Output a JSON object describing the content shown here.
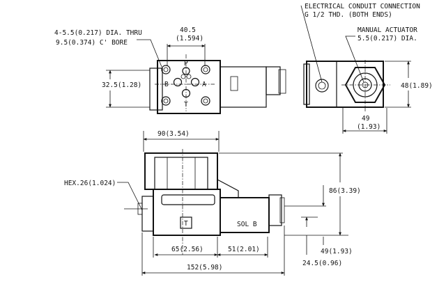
{
  "labels": {
    "bolt_holes_line1": "4-5.5(0.217) DIA. THRU",
    "bolt_holes_line2": "9.5(0.374) C' BORE",
    "port_spacing": "40.5",
    "port_spacing_in": "(1.594)",
    "height_top": "32.5(1.28)",
    "port_p": "P",
    "port_b": "B",
    "port_a": "A",
    "port_t": "T",
    "conduit_line1": "ELECTRICAL CONDUIT CONNECTION",
    "conduit_line2": "G 1/2 THD. (BOTH ENDS)",
    "actuator_line1": "MANUAL ACTUATOR",
    "actuator_line2": "5.5(0.217) DIA.",
    "side_height": "48(1.89)",
    "side_width": "49",
    "side_width_in": "(1.93)",
    "front_top_width": "90(3.54)",
    "hex": "HEX.26(1.024)",
    "height_total": "86(3.39)",
    "t_box": "T",
    "sol": "SOL B",
    "dim_65": "65(2.56)",
    "dim_51": "51(2.01)",
    "dim_49": "49(1.93)",
    "dim_24": "24.5(0.96)",
    "dim_152": "152(5.98)"
  }
}
